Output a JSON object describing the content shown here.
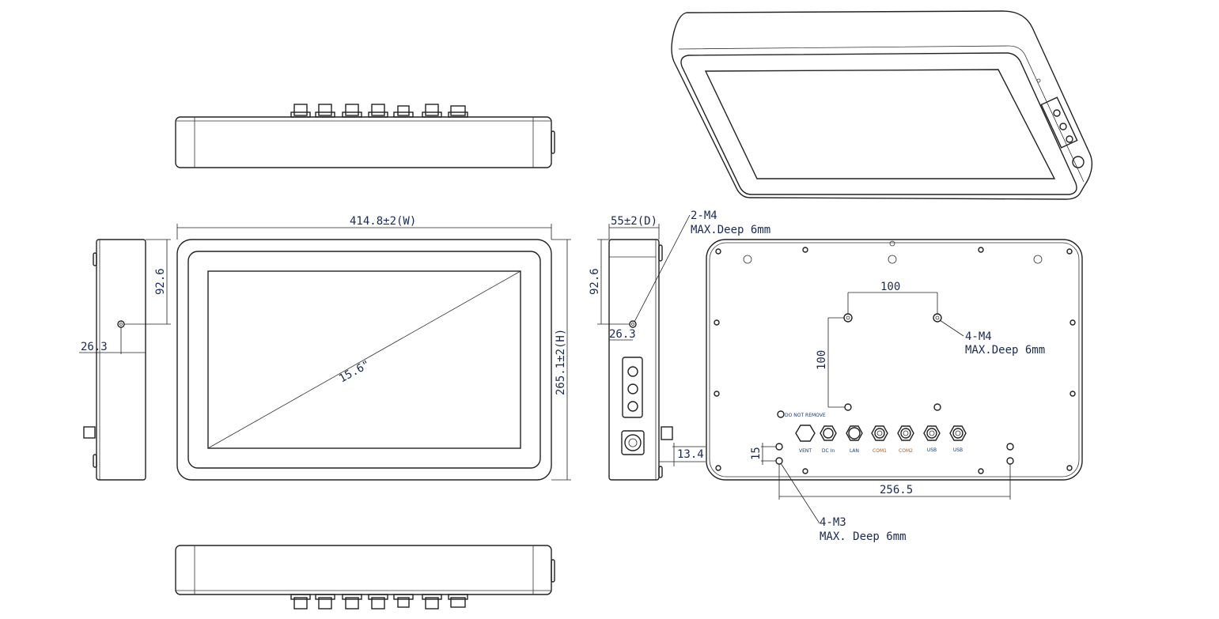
{
  "dimensions": {
    "width": "414.8±2(W)",
    "height": "265.1±2(H)",
    "depth": "55±2(D)",
    "diagonal": "15.6\"",
    "left_vertical": "92.6",
    "left_horizontal": "26.3",
    "right_vertical": "92.6",
    "right_horizontal": "26.3",
    "connector_offset": "13.4",
    "vesa_horizontal": "100",
    "vesa_vertical": "100",
    "m3_vertical": "15",
    "m3_horizontal": "256.5"
  },
  "callouts": {
    "side_holes": {
      "line1": "2-M4",
      "line2": "MAX.Deep 6mm"
    },
    "vesa_holes": {
      "line1": "4-M4",
      "line2": "MAX.Deep 6mm"
    },
    "m3_holes": {
      "line1": "4-M3",
      "line2": "MAX. Deep 6mm"
    }
  },
  "rear_panel": {
    "warning": "DO NOT REMOVE",
    "connectors": [
      "VENT",
      "DC In",
      "LAN",
      "COM1",
      "COM2",
      "USB",
      "USB"
    ]
  },
  "colors": {
    "line": "#222222",
    "dimension_text": "#1a2a55",
    "label_blue": "#1a3a7a",
    "label_orange": "#b05a20"
  }
}
